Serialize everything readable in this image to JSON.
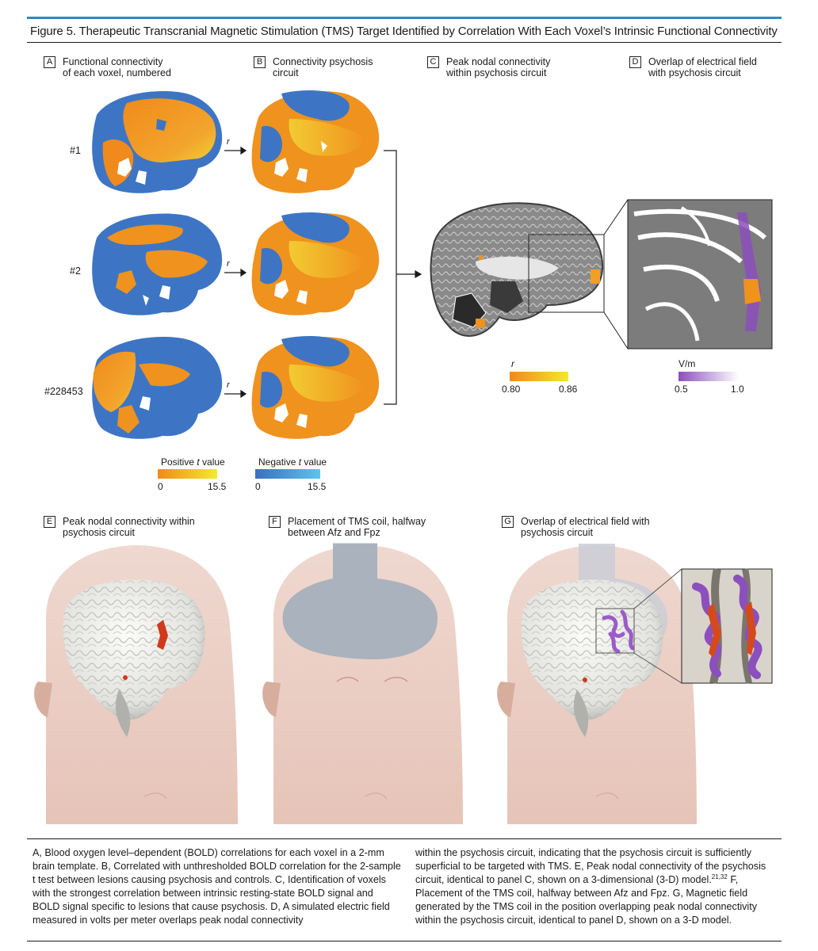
{
  "figure": {
    "title": "Figure 5. Therapeutic Transcranial Magnetic Stimulation (TMS) Target Identified by Correlation With Each Voxel’s Intrinsic Functional Connectivity"
  },
  "panels": {
    "a": {
      "letter": "A",
      "line1": "Functional connectivity",
      "line2": "of each voxel, numbered"
    },
    "b": {
      "letter": "B",
      "line1": "Connectivity psychosis",
      "line2": "circuit"
    },
    "c": {
      "letter": "C",
      "line1": "Peak nodal connectivity",
      "line2": "within psychosis circuit"
    },
    "d": {
      "letter": "D",
      "line1": "Overlap of electrical field",
      "line2": "with psychosis circuit"
    },
    "e": {
      "letter": "E",
      "line1": "Peak nodal connectivity within",
      "line2": "psychosis circuit"
    },
    "f": {
      "letter": "F",
      "line1": "Placement of TMS coil, halfway",
      "line2": "between Afz and Fpz"
    },
    "g": {
      "letter": "G",
      "line1": "Overlap of electrical field with",
      "line2": "psychosis circuit"
    }
  },
  "rows": [
    {
      "label": "#1",
      "arrow_label": "r"
    },
    {
      "label": "#2",
      "arrow_label": "r"
    },
    {
      "label": "#228453",
      "arrow_label": "r"
    }
  ],
  "colorbars": {
    "positive_t": {
      "title_pre": "Positive ",
      "title_var": "t",
      "title_post": " value",
      "min": "0",
      "max": "15.5",
      "from": "#f08a1c",
      "to": "#f2ea2c"
    },
    "negative_t": {
      "title_pre": "Negative ",
      "title_var": "t",
      "title_post": " value",
      "min": "0",
      "max": "15.5",
      "from": "#3a6fc0",
      "to": "#5ec3ee"
    },
    "r": {
      "title": "r",
      "min": "0.80",
      "max": "0.86",
      "from": "#f08a1c",
      "to": "#f2ea2c"
    },
    "field": {
      "title": "V/m",
      "min": "0.5",
      "max": "1.0",
      "from": "#8c4fbd",
      "to": "#ffffff"
    }
  },
  "caption": {
    "left": "A, Blood oxygen level–dependent (BOLD) correlations for each voxel in a 2-mm brain template. B, Correlated with unthresholded BOLD correlation for the 2-sample t test between lesions causing psychosis and controls. C, Identification of voxels with the strongest correlation between intrinsic resting-state BOLD signal and BOLD signal specific to lesions that cause psychosis. D, A simulated electric field measured in volts per meter overlaps peak nodal connectivity",
    "right_1": "within the psychosis circuit, indicating that the psychosis circuit is sufficiently superficial to be targeted with TMS. E, Peak nodal connectivity of the psychosis circuit, identical to panel C, shown on a 3-dimensional (3-D) model.",
    "right_refs": "21,32",
    "right_2": " F, Placement of the TMS coil, halfway between Afz and Fpz. G, Magnetic field generated by the TMS coil in the position overlapping peak nodal connectivity within the psychosis circuit, identical to panel D, shown on a 3-D model."
  },
  "colors": {
    "rule_blue": "#2a8ac9",
    "orange": "#f0901e",
    "blue": "#3d75c4",
    "yellow": "#f2df3a",
    "purple": "#8c4fbd",
    "skin": "#e8c9bf",
    "coil": "#a9b2bd"
  }
}
